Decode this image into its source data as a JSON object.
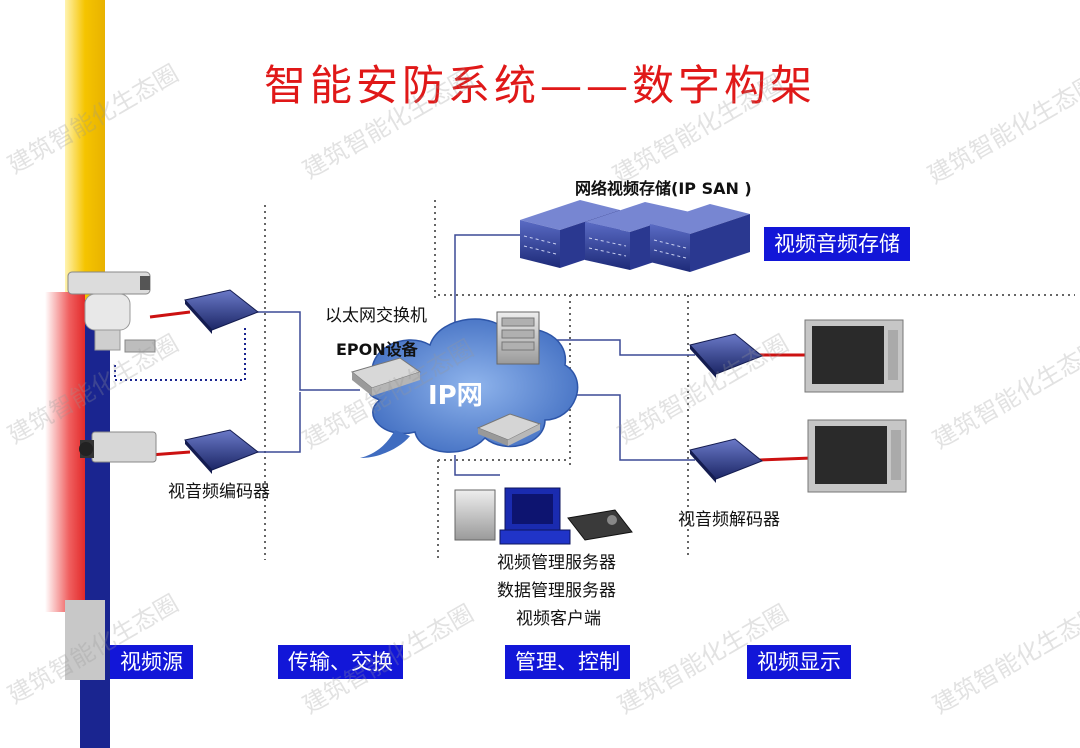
{
  "title": "智能安防系统——数字构架",
  "labels": {
    "storage_device": "网络视频存储(IP SAN )",
    "ethernet_switch": "以太网交换机",
    "epon_device": "EPON设备",
    "ip_network": "IP网",
    "encoder": "视音频编码器",
    "decoder": "视音频解码器",
    "mgmt_lines": [
      "视频管理服务器",
      "数据管理服务器",
      "视频客户端"
    ]
  },
  "section_tags": {
    "storage": "视频音频存储",
    "source": "视频源",
    "transmission": "传输、交换",
    "management": "管理、控制",
    "display": "视频显示"
  },
  "watermark": "建筑智能化生态圈",
  "colors": {
    "title_red": "#e01818",
    "tag_blue": "#1216d8",
    "cloud_blue": "#4a78c8",
    "device_navy": "#1e2a6a",
    "link_red": "#cc1111",
    "sidebar_yellow": "#f5c400",
    "sidebar_blue": "#1a2590",
    "sidebar_red": "#e83a3a"
  }
}
